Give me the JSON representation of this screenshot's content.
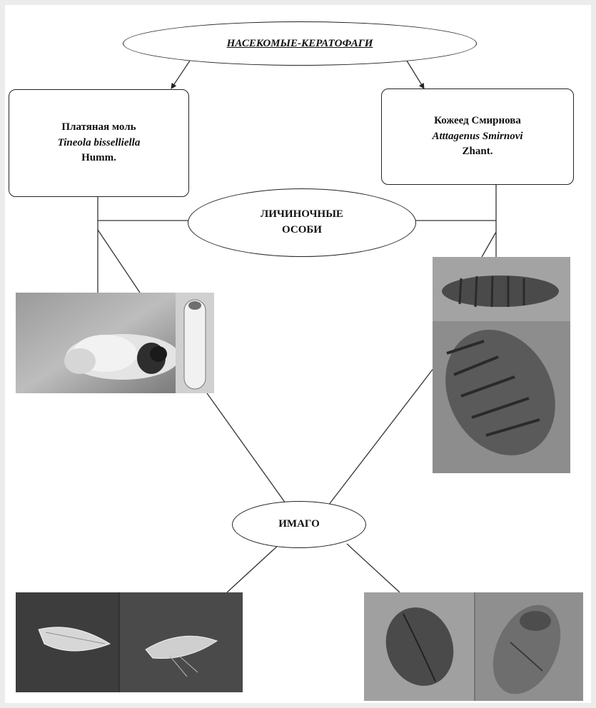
{
  "diagram": {
    "title": "НАСЕКОМЫЕ-КЕРАТОФАГИ",
    "left_species": {
      "common_name": "Платяная моль",
      "latin_name": "Tineola bisselliella",
      "author": "Humm."
    },
    "right_species": {
      "common_name": "Кожеед Смирнова",
      "latin_name": "Atttagenus Smirnovi",
      "author": "Zhant."
    },
    "larva_label": [
      "ЛИЧИНОЧНЫЕ",
      "ОСОБИ"
    ],
    "imago_label": "ИМАГО"
  }
}
